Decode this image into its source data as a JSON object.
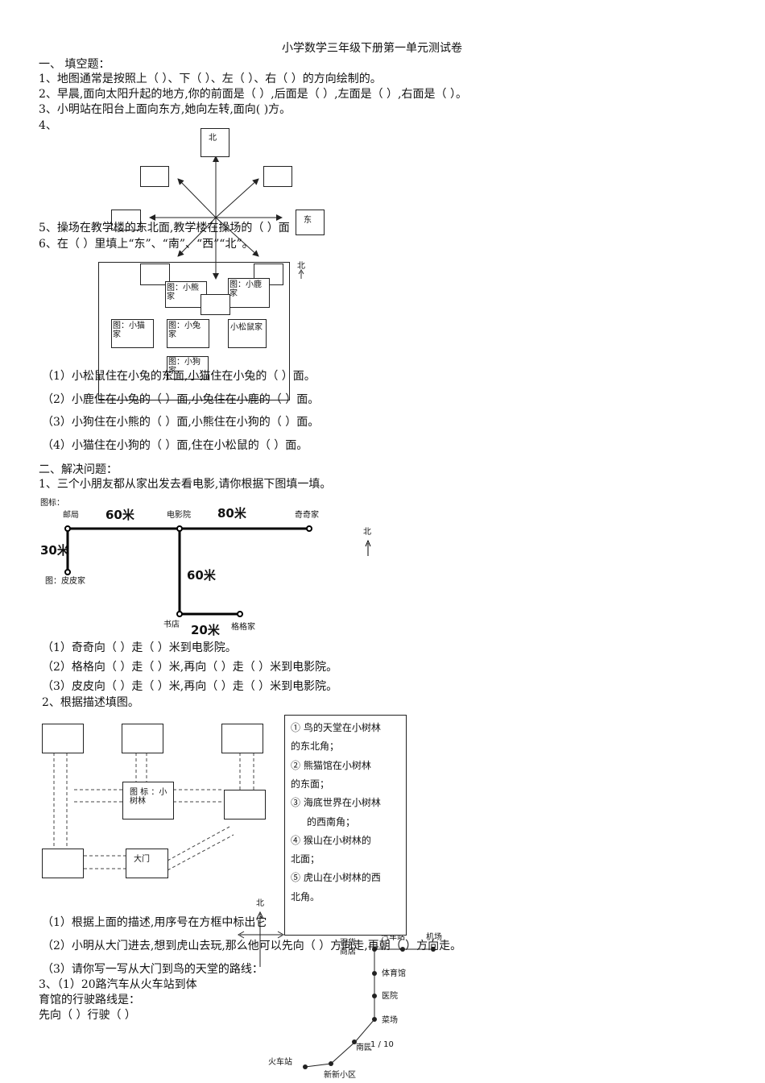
{
  "title": "小学数学三年级下册第一单元测试卷",
  "section1": {
    "heading": "一、    填空题：",
    "q1": "1、地图通常是按照上（  ）、下（ ）、左（  ）、右（ ）的方向绘制的。",
    "q2": "2、早晨,面向太阳升起的地方,你的前面是（    ）,后面是（    ）,左面是（    ）,右面是（    ）。",
    "q3": "3、小明站在阳台上面向东方,她向左转,面向(    )方。",
    "q4": "4、",
    "q4_north": "北",
    "q4_east": "东",
    "q5": "5、操场在教学楼的东北面,教学楼在操场的（      ）面",
    "q6": "6、在（ ）里填上“东”、“南”、“西”“北”。",
    "q6_north": "北",
    "q6_animals": {
      "bear": "图：小熊家",
      "deer": "图：小鹿家",
      "cat": "图：小猫家",
      "rabbit": "图：小兔家",
      "squirrel": "小松鼠家",
      "dog": "图：小狗家"
    },
    "q6_1": "（1）小松鼠住在小兔的东面,小猫住在小兔的（    ）面。",
    "q6_2": "（2）小鹿住在小兔的（    ）面,小兔住在小鹿的（    ）面。",
    "q6_3": "（3）小狗住在小熊的（    ）面,小熊住在小狗的（    ）面。",
    "q6_4": "（4）小猫住在小狗的（    ）面,住在小松鼠的（    ）面。"
  },
  "section2": {
    "heading": "二、解决问题：",
    "p1": "1、三个小朋友都从家出发去看电影,请你根据下图填一填。",
    "map1": {
      "legend": "图标：",
      "post": "邮局",
      "cinema": "电影院",
      "qiqi": "奇奇家",
      "pipi": "图：皮皮家",
      "bookstore": "书店",
      "gege": "格格家",
      "d1": "60米",
      "d2": "80米",
      "d3": "30米",
      "d4": "60米",
      "d5": "20米",
      "north": "北"
    },
    "p1_1": "（1）奇奇向（   ）走（    ）米到电影院。",
    "p1_2": "（2）格格向（   ）走（    ）米,再向（   ）走（    ）米到电影院。",
    "p1_3": "（3）皮皮向（   ）走（    ）米,再向（   ）走（    ）米到电影院。",
    "p2": "2、根据描述填图。",
    "zoo": {
      "center": "图 标 ：小树林",
      "gate": "大门",
      "desc": [
        "①  鸟的天堂在小树林",
        "的东北角；",
        "② 熊猫馆在小树林",
        "的东面；",
        "③ 海底世界在小树林",
        "的西南角；",
        "④ 猴山在小树林的",
        "北面；",
        "⑤ 虎山在小树林的西",
        "北角。"
      ]
    },
    "p2_1": "（1）根据上面的描述,用序号在方框中标出它",
    "p2_2": "（2）小明从大门进去,想到虎山去玩,那么他可以先向（        ）方向走,再朝（        ）方向走。",
    "p2_3": "（3）请你写一写从大门到鸟的天堂的路线：",
    "p3a": "3、（1）20路汽车从火车站到体",
    "p3b": "育馆的行驶路线是：",
    "p3c": "先向（     ）行驶（     ）",
    "bus": {
      "north": "北",
      "dept": "百货商店",
      "bus_station": "汽车站",
      "airport": "机场",
      "gym": "体育馆",
      "hospital": "医院",
      "market": "菜场",
      "park": "南园",
      "train": "火车站",
      "xinxin": "新新小区"
    }
  },
  "page_number": "1 / 10"
}
